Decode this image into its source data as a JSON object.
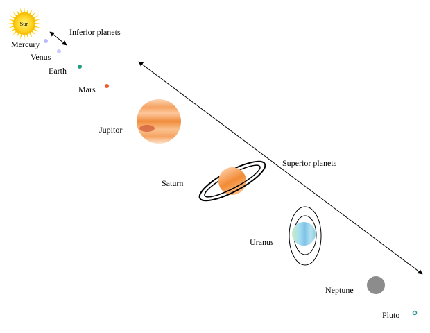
{
  "sun": {
    "label": "Sun",
    "color": "#ffd21f",
    "ray_color": "#ffcc00"
  },
  "groups": {
    "inferior": "Inferior planets",
    "superior": "Superior planets"
  },
  "planets": [
    {
      "key": "mercury",
      "label": "Mercury",
      "color": "#b9b9ff"
    },
    {
      "key": "venus",
      "label": "Venus",
      "color": "#c9c9ff"
    },
    {
      "key": "earth",
      "label": "Earth",
      "color": "#1f9f7f"
    },
    {
      "key": "mars",
      "label": "Mars",
      "color": "#f05a28"
    },
    {
      "key": "jupiter",
      "label": "Jupitor",
      "color": "#f5a35c"
    },
    {
      "key": "saturn",
      "label": "Saturn",
      "color": "#f5a050"
    },
    {
      "key": "uranus",
      "label": "Uranus",
      "color": "#9fd4f0"
    },
    {
      "key": "neptune",
      "label": "Neptune",
      "color": "#8c8c8c"
    },
    {
      "key": "pluto",
      "label": "Pluto",
      "color": "#2f8f8f"
    }
  ]
}
